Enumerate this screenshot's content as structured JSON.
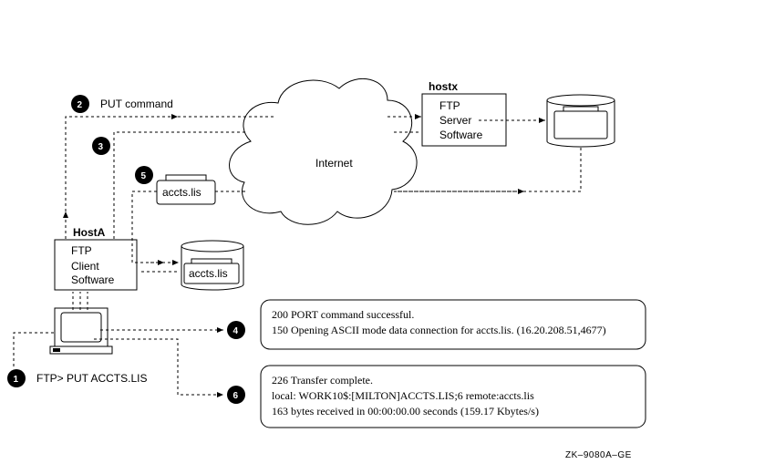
{
  "steps": {
    "s1": "1",
    "s2": "2",
    "s3": "3",
    "s4": "4",
    "s5": "5",
    "s6": "6"
  },
  "labels": {
    "put_command": "PUT command",
    "host_x": "hostx",
    "host_a": "HostA",
    "internet": "Internet",
    "user_command": "FTP> PUT ACCTS.LIS",
    "figure_ref": "ZK–9080A–GE"
  },
  "server_box": {
    "line1": "FTP",
    "line2": "Server",
    "line3": "Software"
  },
  "client_box": {
    "line1": "FTP",
    "line2": "Client",
    "line3": "Software"
  },
  "files": {
    "transfer_file": "accts.lis",
    "local_file": "accts.lis"
  },
  "messages": {
    "box1": [
      "200 PORT command successful.",
      "150 Opening ASCII mode data connection for accts.lis. (16.20.208.51,4677)"
    ],
    "box2": [
      "226 Transfer complete.",
      "local: WORK10$:[MILTON]ACCTS.LIS;6 remote:accts.lis",
      "163 bytes received in 00:00:00.00 seconds (159.17 Kbytes/s)"
    ]
  }
}
